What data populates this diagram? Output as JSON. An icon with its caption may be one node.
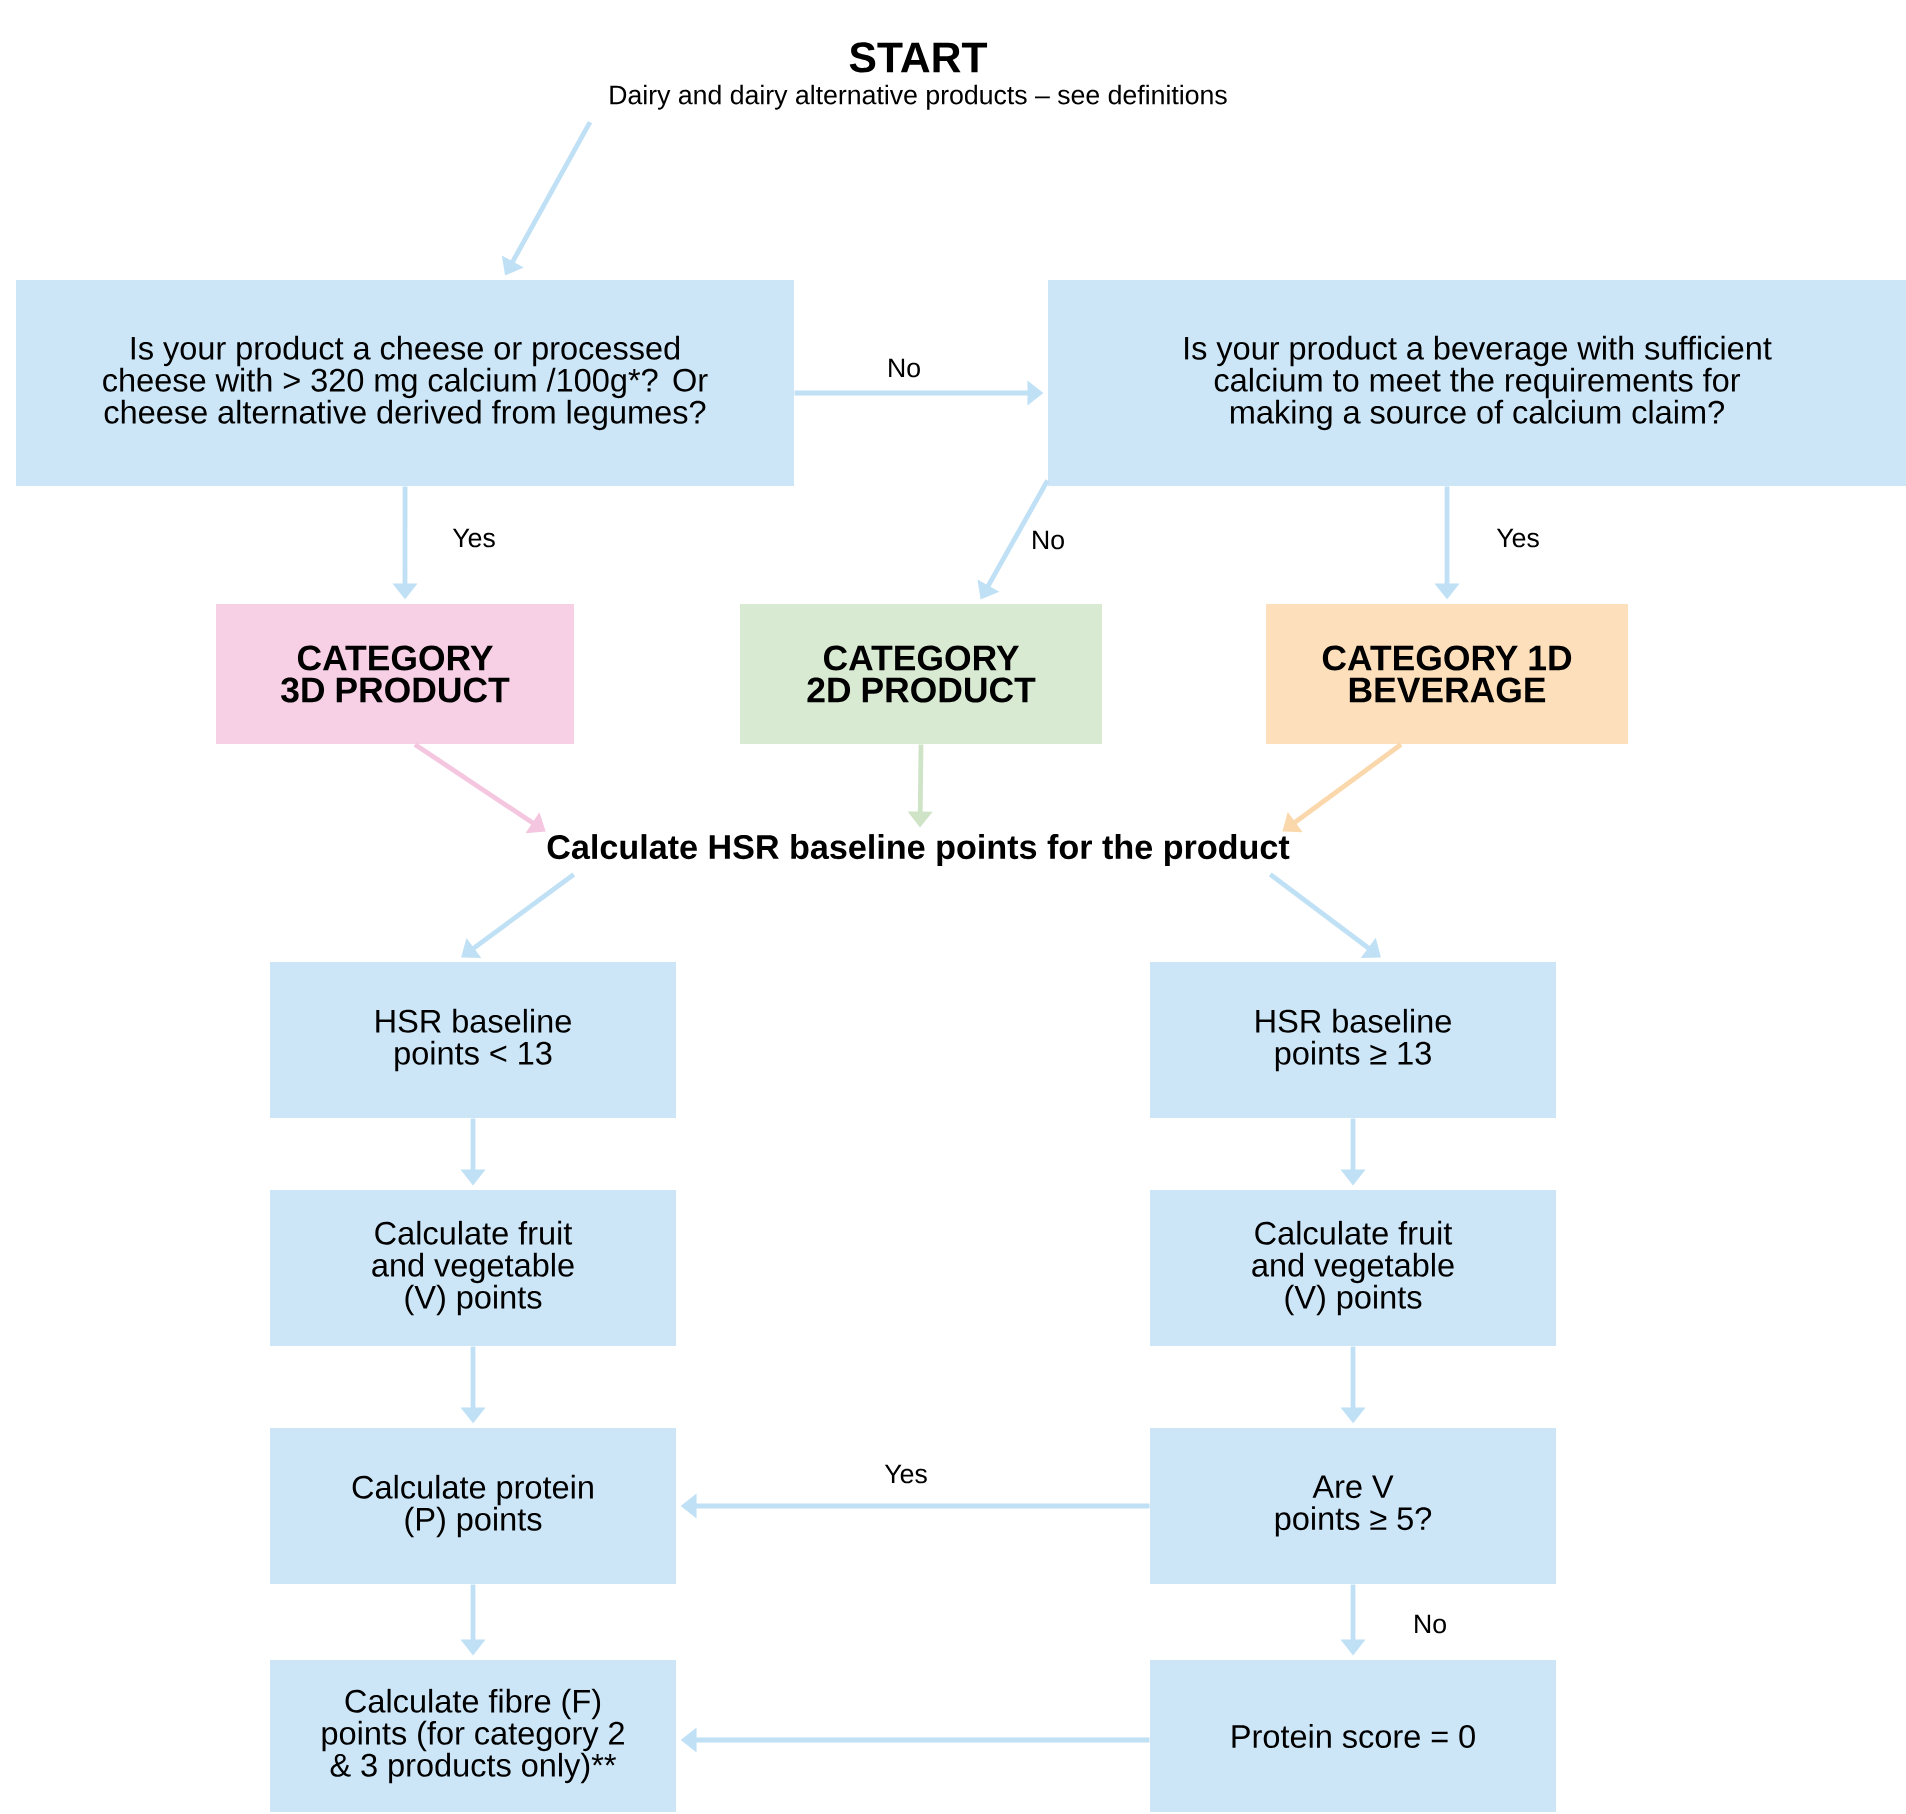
{
  "diagram": {
    "nodes": [
      {
        "text": [
          "START",
          "Dairy and dairy alternative products – see definitions"
        ]
      },
      {
        "text": [
          "Is your product a cheese or processed cheese with > 320 mg calcium /100g*? Or cheese alternative derived from legumes?"
        ]
      },
      {
        "text": [
          "Is your product a beverage with sufficient calcium to meet the requirements for making a source of calcium claim?"
        ]
      },
      {
        "text": [
          "CATEGORY 3D PRODUCT"
        ]
      },
      {
        "text": [
          "CATEGORY 2D PRODUCT"
        ]
      },
      {
        "text": [
          "CATEGORY 1D BEVERAGE"
        ]
      },
      {
        "text": [
          "Calculate HSR baseline points for the product"
        ]
      },
      {
        "text": [
          "HSR baseline points < 13"
        ]
      },
      {
        "text": [
          "HSR baseline points ≥ 13"
        ]
      },
      {
        "text": [
          "Calculate fruit and vegetable (V) points"
        ]
      },
      {
        "text": [
          "Calculate fruit and vegetable (V) points"
        ]
      },
      {
        "text": [
          "Calculate protein (P) points"
        ]
      },
      {
        "text": [
          "Are V points ≥ 5?"
        ]
      },
      {
        "text": [
          "Calculate fibre (F) points (for category 2 & 3 products only)**"
        ]
      },
      {
        "text": [
          "Protein score = 0"
        ]
      }
    ],
    "edges": [
      {
        "from": 0,
        "to": 1,
        "arrow": "to"
      },
      {
        "from": 1,
        "to": 2,
        "arrow": "to",
        "label": "No"
      },
      {
        "from": 1,
        "to": 3,
        "arrow": "to",
        "label": "Yes"
      },
      {
        "from": 2,
        "to": 4,
        "arrow": "to",
        "label": "No"
      },
      {
        "from": 2,
        "to": 5,
        "arrow": "to",
        "label": "Yes"
      },
      {
        "from": 3,
        "to": 6,
        "arrow": "to",
        "color": "#f4c6df"
      },
      {
        "from": 4,
        "to": 6,
        "arrow": "to",
        "color": "#cfe3c6"
      },
      {
        "from": 5,
        "to": 6,
        "arrow": "to",
        "color": "#fbd8ac"
      },
      {
        "from": 6,
        "to": 7,
        "arrow": "to"
      },
      {
        "from": 6,
        "to": 8,
        "arrow": "to"
      },
      {
        "from": 7,
        "to": 9,
        "arrow": "to"
      },
      {
        "from": 8,
        "to": 10,
        "arrow": "to"
      },
      {
        "from": 9,
        "to": 11,
        "arrow": "to"
      },
      {
        "from": 10,
        "to": 12,
        "arrow": "to"
      },
      {
        "from": 12,
        "to": 11,
        "arrow": "to",
        "label": "Yes"
      },
      {
        "from": 11,
        "to": 13,
        "arrow": "to"
      },
      {
        "from": 12,
        "to": 14,
        "arrow": "to",
        "label": "No"
      },
      {
        "from": 14,
        "to": 13,
        "arrow": "to"
      }
    ]
  }
}
